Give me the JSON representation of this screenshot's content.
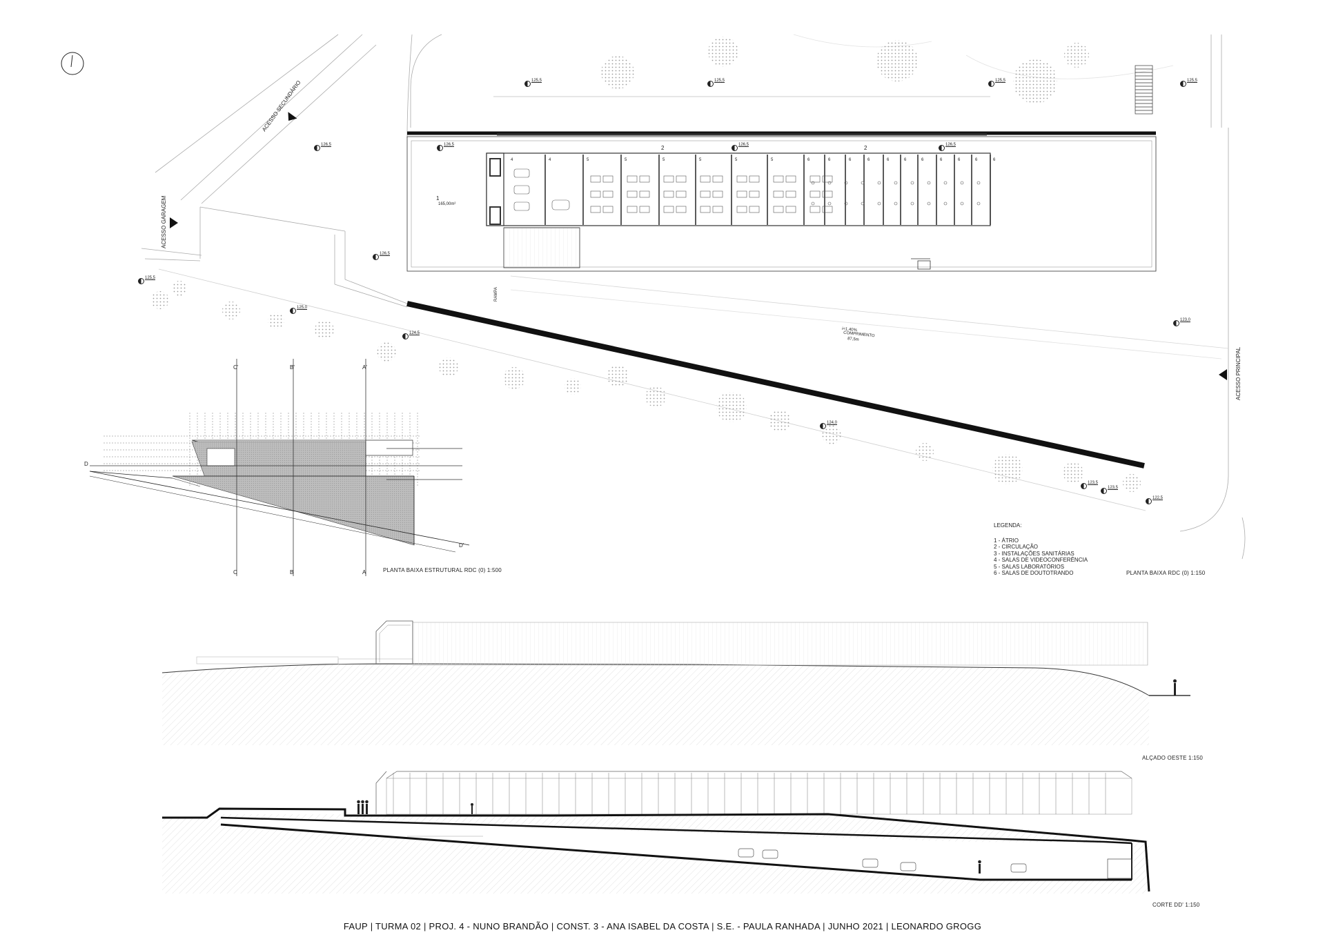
{
  "access": {
    "secondary": "ACESSO SECUNDÁRIO",
    "garage": "ACESSO GARAGEM",
    "main": "ACESSO PRINCIPAL"
  },
  "levels": [
    {
      "id": "l1",
      "text": "125,5"
    },
    {
      "id": "l2",
      "text": "125,5"
    },
    {
      "id": "l3",
      "text": "125,5"
    },
    {
      "id": "l4",
      "text": "125,5"
    },
    {
      "id": "l5",
      "text": "126,5"
    },
    {
      "id": "l6",
      "text": "126,5"
    },
    {
      "id": "l7",
      "text": "126,5"
    },
    {
      "id": "l8",
      "text": "126,5"
    },
    {
      "id": "l9",
      "text": "126,5"
    },
    {
      "id": "l10",
      "text": "125,5"
    },
    {
      "id": "l11",
      "text": "125,0"
    },
    {
      "id": "l12",
      "text": "124,5"
    },
    {
      "id": "l13",
      "text": "124,0"
    },
    {
      "id": "l14",
      "text": "123,5"
    },
    {
      "id": "l15",
      "text": "123,5"
    },
    {
      "id": "l16",
      "text": "123,0"
    },
    {
      "id": "l17",
      "text": "122,5"
    }
  ],
  "rooms": {
    "atrium_number": "1",
    "atrium_area": "165,00m²",
    "circulation_top": "2",
    "circulation_top_2": "2",
    "ramp_text_1": "i=1,40%",
    "ramp_text_2": "COMPRIMENTO",
    "ramp_text_3": "87,5m",
    "rampa": "RAMPA"
  },
  "room_tags": [
    "4",
    "4",
    "5",
    "5",
    "5",
    "5",
    "5",
    "5",
    "6",
    "6",
    "6",
    "6",
    "6",
    "6",
    "6",
    "6",
    "6",
    "6",
    "6"
  ],
  "legend": {
    "title": "LEGENDA:",
    "items": [
      "1 - ÁTRIO",
      "2 - CIRCULAÇÃO",
      "3 - INSTALAÇÕES SANITÁRIAS",
      "4 - SALAS DE VIDEOCONFERÊNCIA",
      "5 - SALAS LABORATÓRIOS",
      "6 - SALAS DE DOUTOTRANDO"
    ]
  },
  "captions": {
    "plan_main": "PLANTA BAIXA RDC (0) 1:150",
    "plan_structural": "PLANTA BAIXA ESTRUTURAL RDC (0) 1:500",
    "elevation": "ALÇADO OESTE 1:150",
    "section": "CORTE DD' 1:150"
  },
  "section_marks": {
    "c_top": "C'",
    "b_top": "B'",
    "a_top": "A'",
    "c_bot": "C",
    "b_bot": "B",
    "a_bot": "A",
    "d_left": "D",
    "d_right": "D'"
  },
  "footer": "FAUP | TURMA 02  | PROJ. 4  - NUNO BRANDÃO | CONST. 3 - ANA ISABEL DA COSTA  | S.E. - PAULA RANHADA  | JUNHO 2021 | LEONARDO GROGG"
}
